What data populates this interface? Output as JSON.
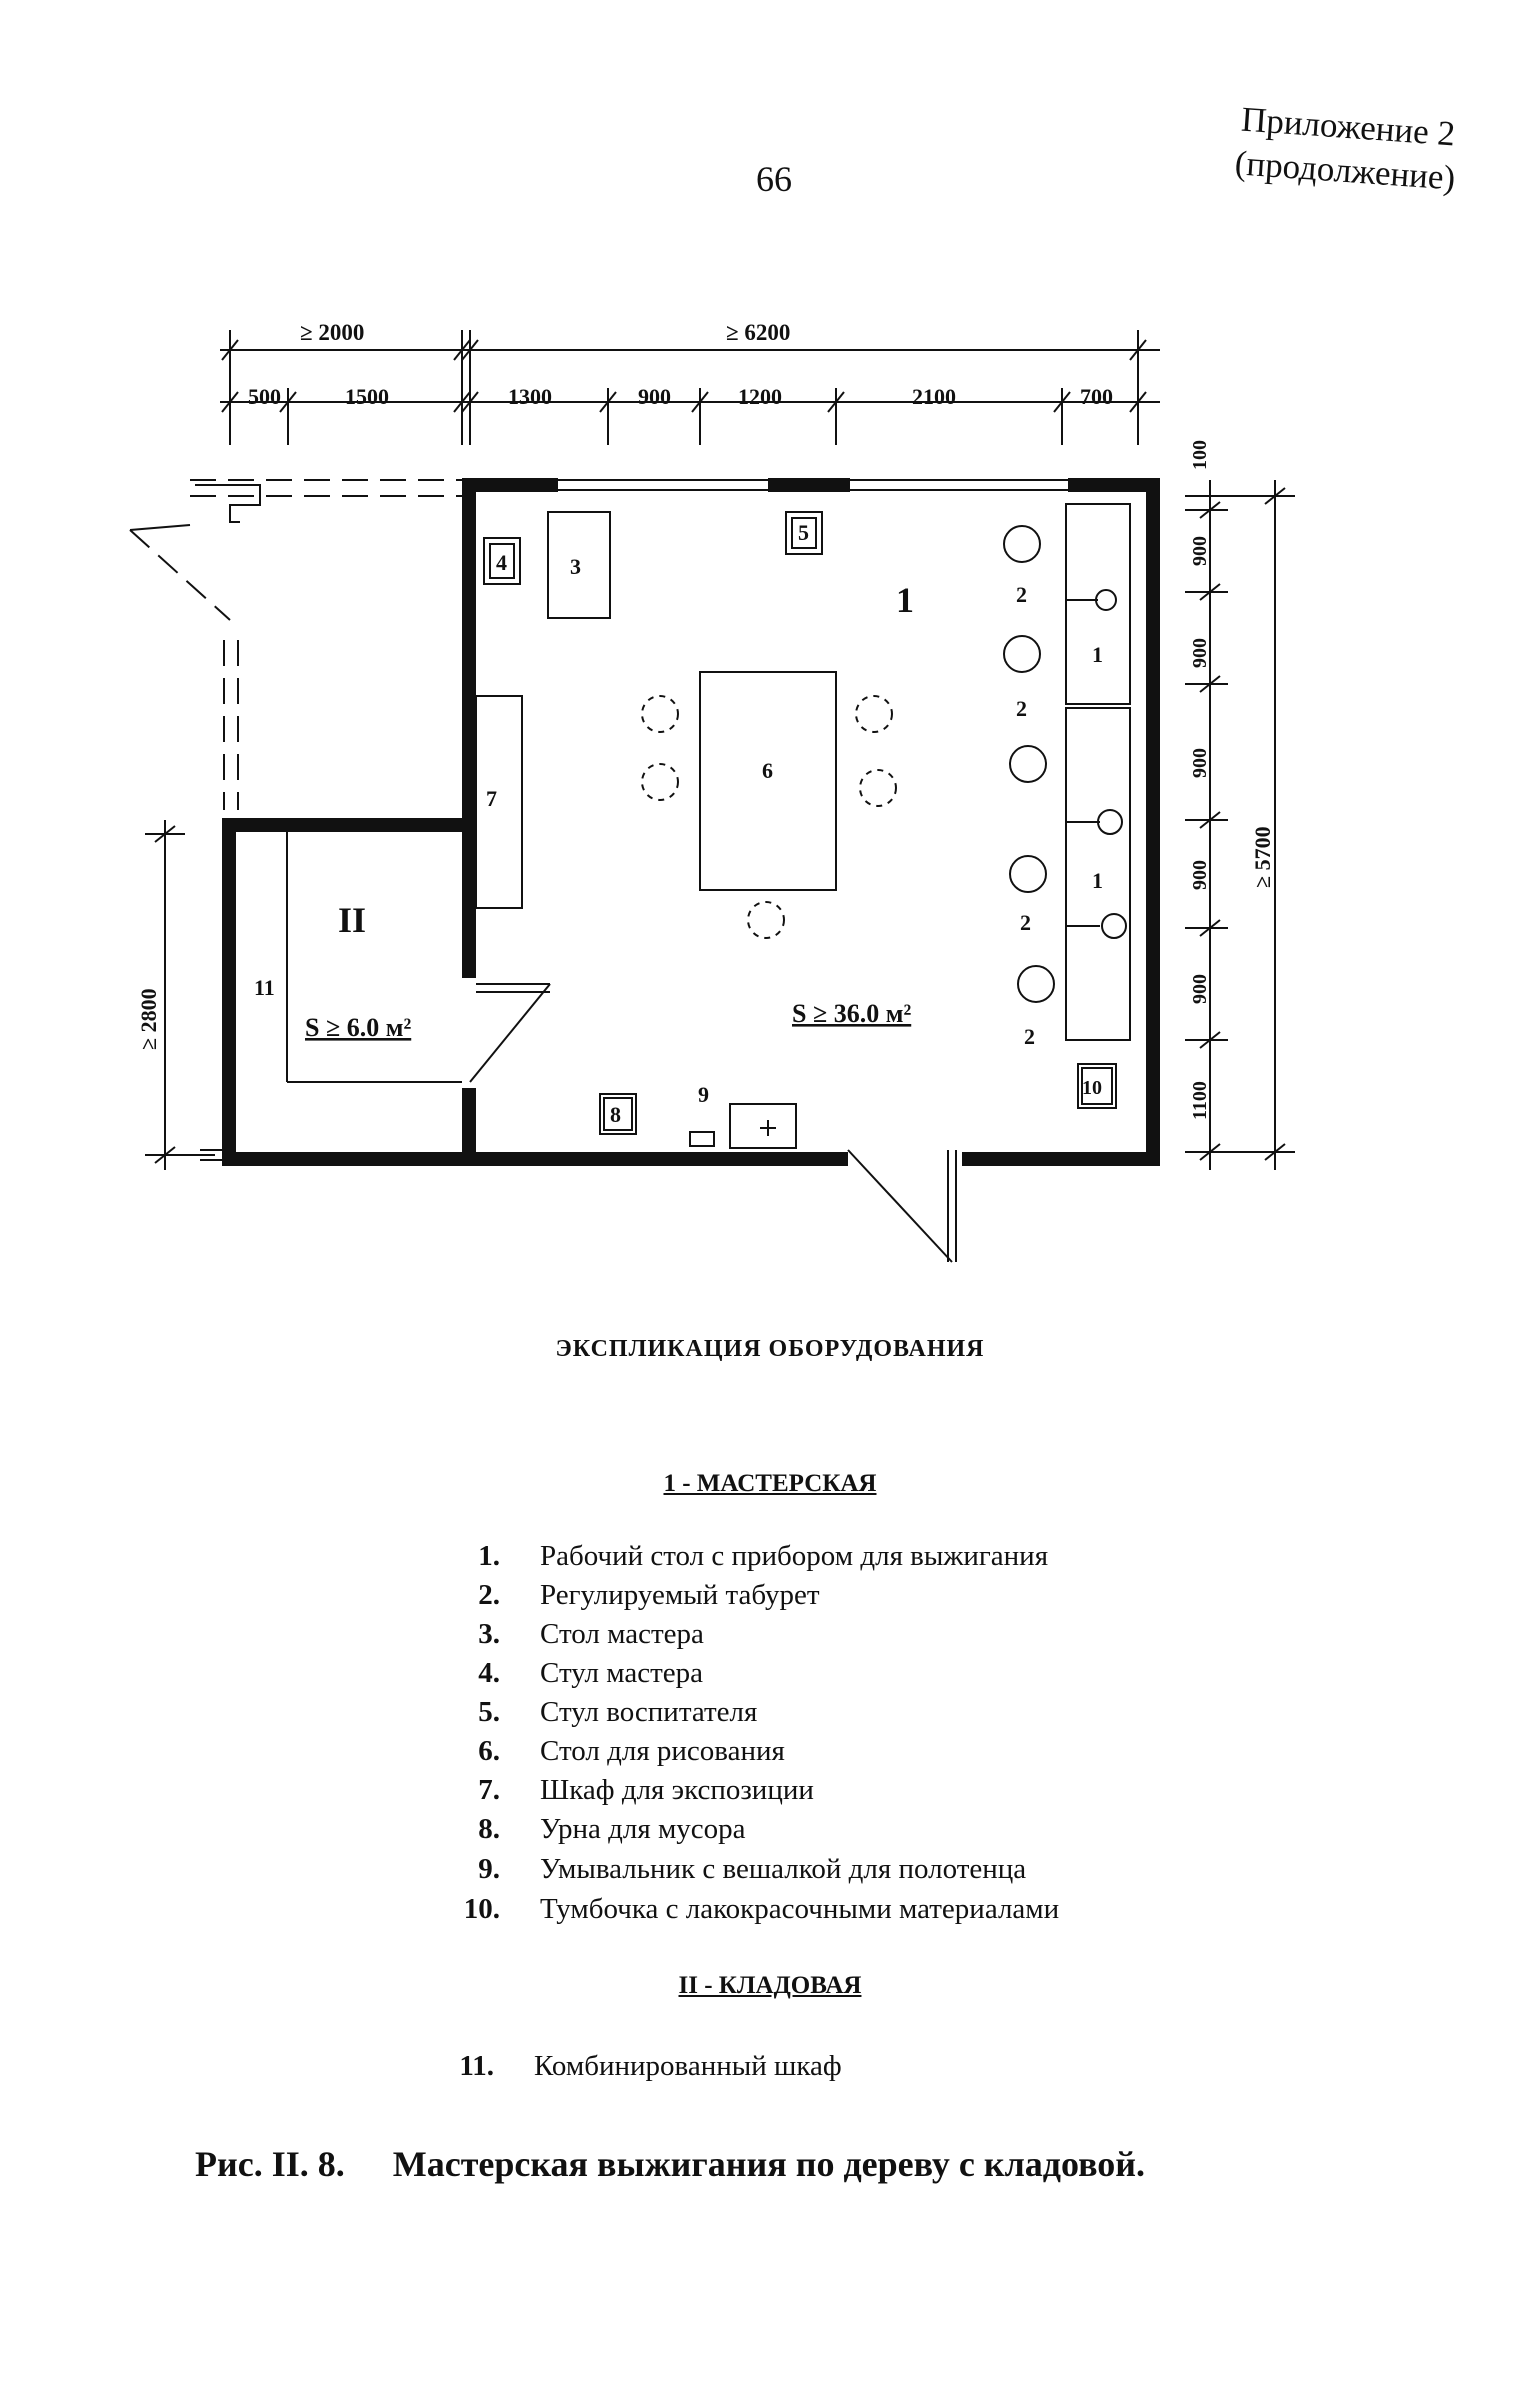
{
  "header": {
    "page_number": "66",
    "appendix_line1": "Приложение 2",
    "appendix_line2": "(продолжение)"
  },
  "plan": {
    "dims_top_row1": [
      "≥ 2000",
      "≥ 6200"
    ],
    "dims_top_row2": [
      "500",
      "1500",
      "1300",
      "900",
      "1200",
      "2100",
      "700"
    ],
    "dims_right_segments": [
      "100",
      "900",
      "900",
      "900",
      "900",
      "900",
      "1100"
    ],
    "dim_right_total": "≥ 5700",
    "dim_left_total": "≥ 2800",
    "room_workshop_number": "1",
    "room_storage_number": "II",
    "area_workshop": "S ≥ 36.0 м²",
    "area_storage": "S ≥ 6.0 м²",
    "labels": {
      "stool": "2",
      "workbench": "1",
      "master_table": "3",
      "master_chair": "4",
      "teacher_chair": "5",
      "drawing_table": "6",
      "showcase": "7",
      "bin": "8",
      "washbasin": "9",
      "cabinet": "10",
      "combo_wardrobe": "11"
    }
  },
  "explication": {
    "title": "ЭКСПЛИКАЦИЯ ОБОРУДОВАНИЯ",
    "section1_title": "1 - МАСТЕРСКАЯ",
    "section1_items": [
      {
        "num": "1.",
        "text": "Рабочий стол с прибором для выжигания"
      },
      {
        "num": "2.",
        "text": "Регулируемый табурет"
      },
      {
        "num": "3.",
        "text": "Стол мастера"
      },
      {
        "num": "4.",
        "text": "Стул мастера"
      },
      {
        "num": "5.",
        "text": "Стул воспитателя"
      },
      {
        "num": "6.",
        "text": "Стол для рисования"
      },
      {
        "num": "7.",
        "text": "Шкаф для экспозиции"
      },
      {
        "num": "8.",
        "text": "Урна для мусора"
      },
      {
        "num": "9.",
        "text": "Умывальник с вешалкой для полотенца"
      },
      {
        "num": "10.",
        "text": "Тумбочка с лакокрасочными материалами"
      }
    ],
    "section2_title": "II - КЛАДОВАЯ",
    "section2_items": [
      {
        "num": "11.",
        "text": "Комбинированный шкаф"
      }
    ]
  },
  "caption": {
    "fig": "Рис. II. 8.",
    "title": "Мастерская выжигания по дереву с кладовой."
  }
}
